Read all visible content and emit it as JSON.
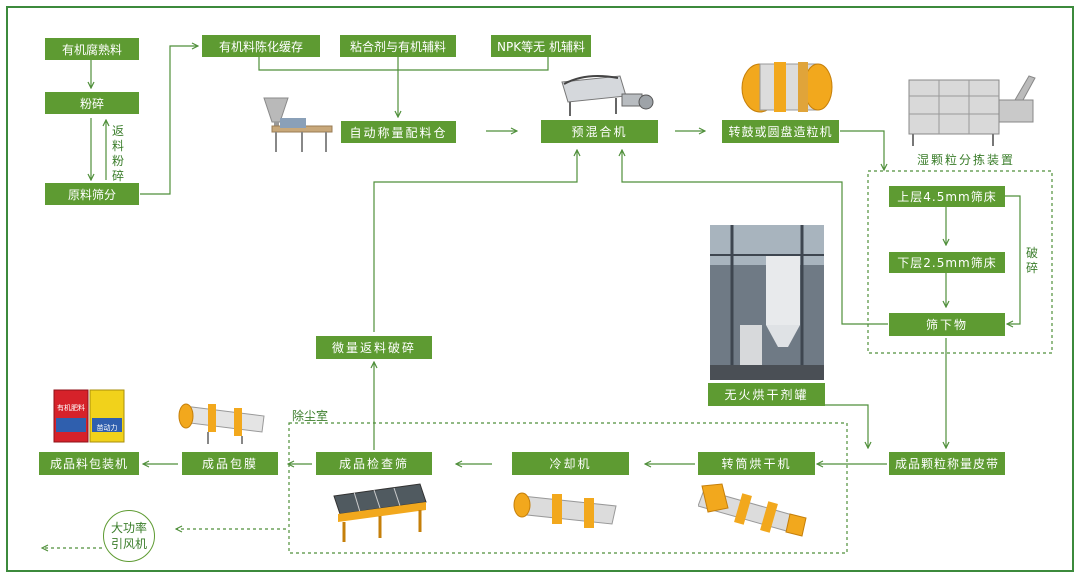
{
  "colors": {
    "box_green": "#5e9b32",
    "line_green": "#4f8f3a",
    "frame_green": "#3c8a3c"
  },
  "boxes": {
    "organic": "有机腐熟料",
    "crush": "粉碎",
    "screen": "原料筛分",
    "buffer": "有机料陈化缓存",
    "binder": "粘合剂与有机辅料",
    "npk": "NPK等无 机辅料",
    "auto_weigh": "自动称量配料仓",
    "premix": "预混合机",
    "granulator": "转鼓或圆盘造粒机",
    "upper_screen": "上层4.5mm筛床",
    "lower_screen": "下层2.5mm筛床",
    "undersize": "筛下物",
    "fines_crush": "微量返料破碎",
    "dryer_tank": "无火烘干剂罐",
    "weigh_belt": "成品颗粒称量皮带",
    "rotary_dryer": "转筒烘干机",
    "cooler": "冷却机",
    "final_screen": "成品检查筛",
    "coating": "成品包膜",
    "packing": "成品料包装机"
  },
  "labels": {
    "return_crush": "返料粉碎",
    "wet_sort": "湿颗粒分拣装置",
    "break": "破碎",
    "dust_room": "除尘室",
    "fan": [
      "大功率",
      "引风机"
    ]
  },
  "bag_texts": {
    "left": "有机肥料",
    "right": "苗动力"
  }
}
